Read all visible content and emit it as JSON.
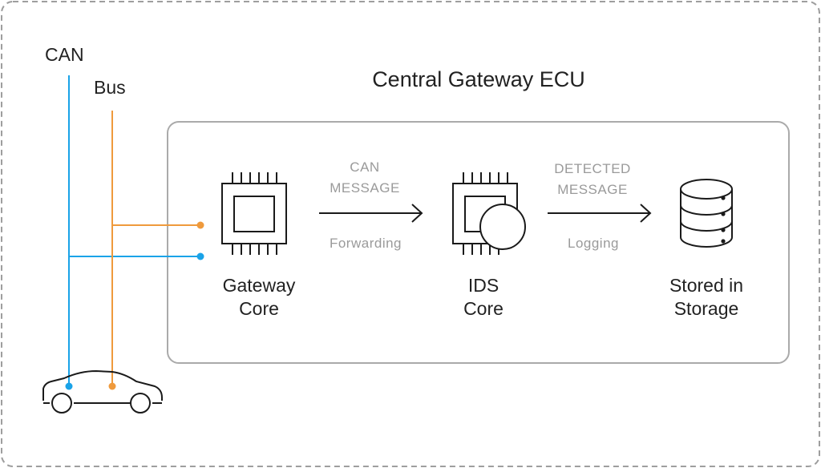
{
  "labels": {
    "can": "CAN",
    "bus": "Bus",
    "title": "Central Gateway ECU",
    "gateway_line1": "Gateway",
    "gateway_line2": "Core",
    "ids_line1": "IDS",
    "ids_line2": "Core",
    "storage_line1": "Stored in",
    "storage_line2": "Storage",
    "arrow1_top1": "CAN",
    "arrow1_top2": "MESSAGE",
    "arrow1_bottom": "Forwarding",
    "arrow2_top1": "DETECTED",
    "arrow2_top2": "MESSAGE",
    "arrow2_bottom": "Logging"
  },
  "icons": {
    "gateway": "chip-icon",
    "ids": "chip-with-circle-icon",
    "storage": "database-icon",
    "vehicle": "car-icon"
  },
  "colors": {
    "can_line": "#1aa3e8",
    "bus_line": "#ef9a3c",
    "text": "#222222",
    "muted_text": "#9a9a9a",
    "border": "#aaaaaa"
  }
}
